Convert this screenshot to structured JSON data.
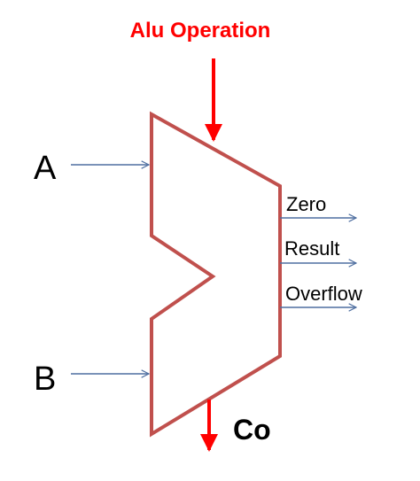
{
  "labels": {
    "alu_operation": "Alu Operation",
    "input_a": "A",
    "input_b": "B",
    "out_zero": "Zero",
    "out_result": "Result",
    "out_overflow": "Overflow",
    "carry_out": "Co"
  },
  "colors": {
    "background": "#ffffff",
    "alu_outline": "#c0504d",
    "control_arrow": "#ff0000",
    "signal_arrow": "#4f6fa0",
    "control_text": "#ff0000",
    "text": "#000000"
  }
}
